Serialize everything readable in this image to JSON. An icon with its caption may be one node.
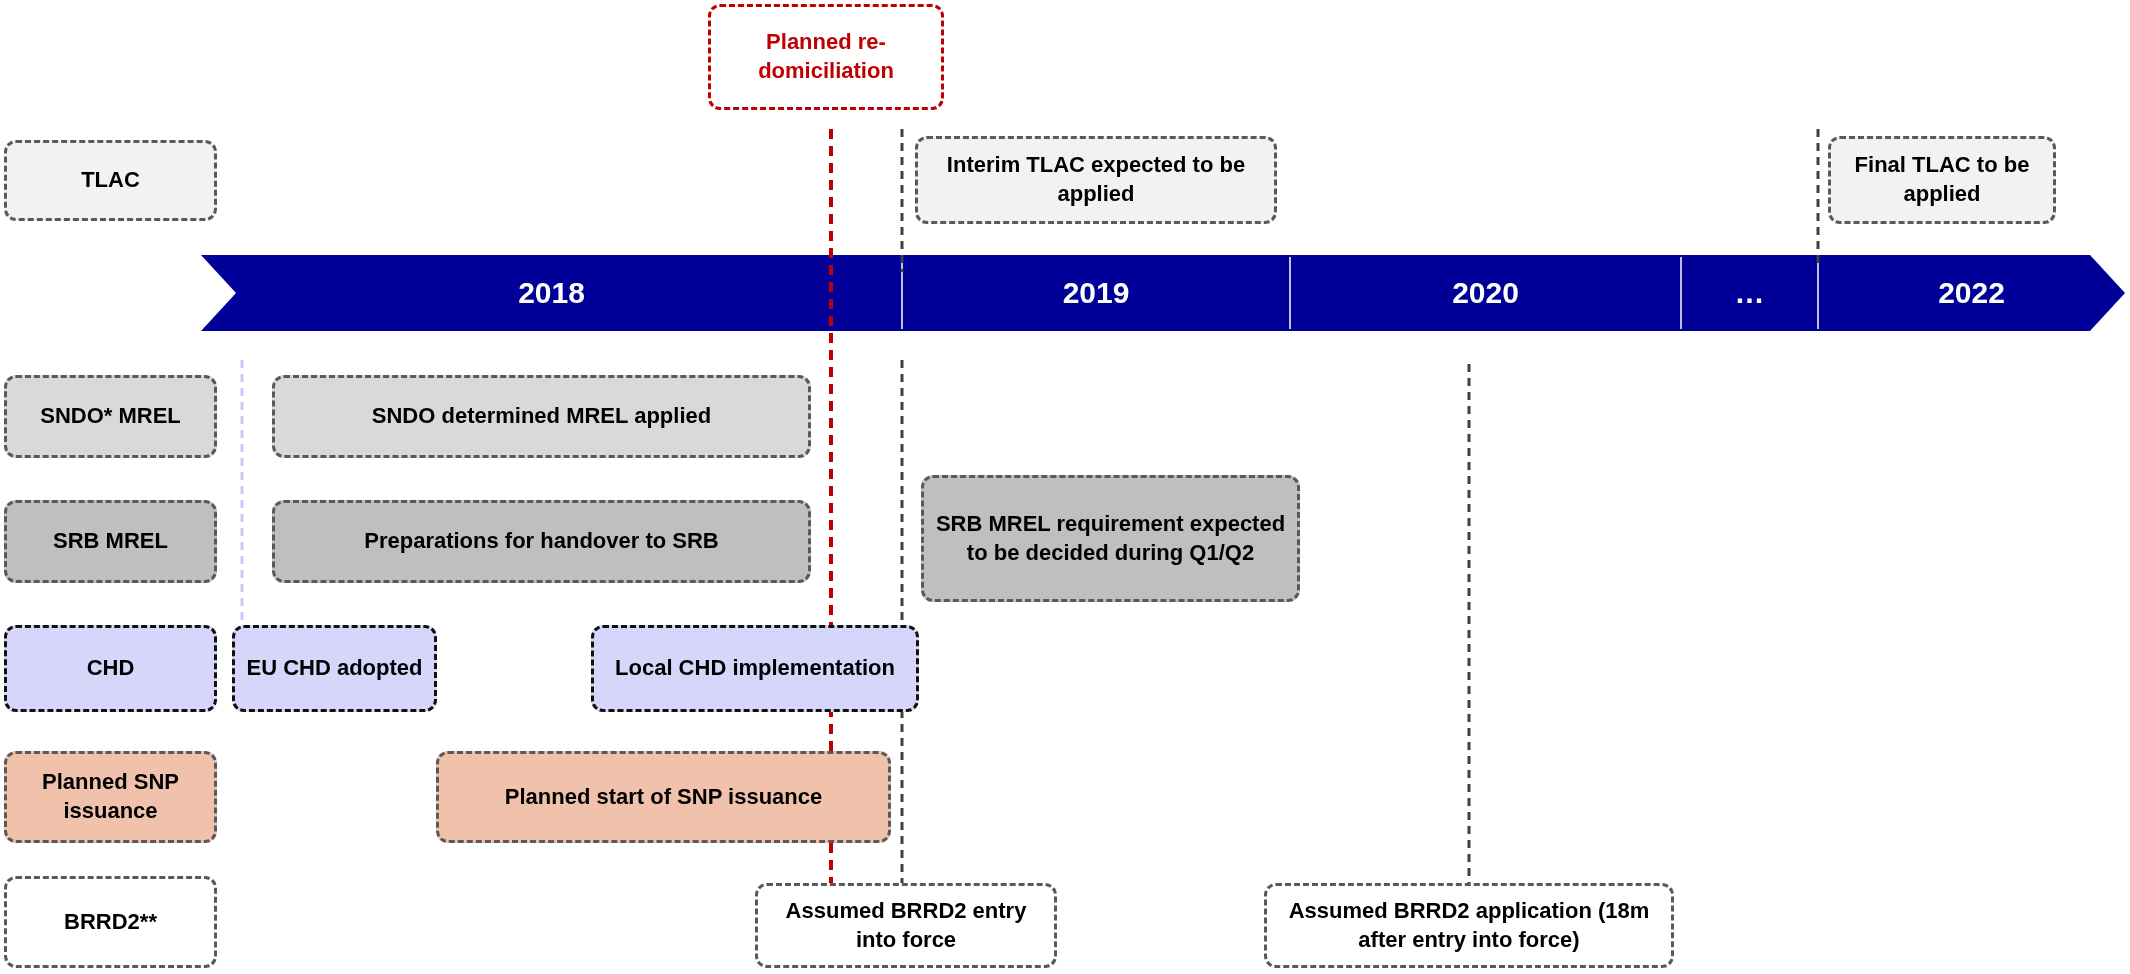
{
  "diagram": {
    "nodes": [
      {
        "text": [
          "Planned re-domiciliation"
        ]
      },
      {
        "text": [
          "TLAC"
        ]
      },
      {
        "text": [
          "Interim TLAC expected to be applied"
        ]
      },
      {
        "text": [
          "Final TLAC to be applied"
        ]
      },
      {
        "text": [
          "2018"
        ]
      },
      {
        "text": [
          "2019"
        ]
      },
      {
        "text": [
          "2020"
        ]
      },
      {
        "text": [
          "…"
        ]
      },
      {
        "text": [
          "2022"
        ]
      },
      {
        "text": [
          "SNDO* MREL"
        ]
      },
      {
        "text": [
          "SNDO determined MREL applied"
        ]
      },
      {
        "text": [
          "SRB MREL"
        ]
      },
      {
        "text": [
          "Preparations for handover to SRB"
        ]
      },
      {
        "text": [
          "SRB MREL requirement expected to be decided during Q1/Q2"
        ]
      },
      {
        "text": [
          "CHD"
        ]
      },
      {
        "text": [
          "EU CHD adopted"
        ]
      },
      {
        "text": [
          "Local CHD implementation"
        ]
      },
      {
        "text": [
          "Planned SNP issuance"
        ]
      },
      {
        "text": [
          "Planned start of SNP issuance"
        ]
      },
      {
        "text": [
          "BRRD2**"
        ]
      },
      {
        "text": [
          "Assumed BRRD2 entry into force"
        ]
      },
      {
        "text": [
          "Assumed BRRD2 application (18m after entry into force)"
        ]
      }
    ],
    "edges": []
  }
}
